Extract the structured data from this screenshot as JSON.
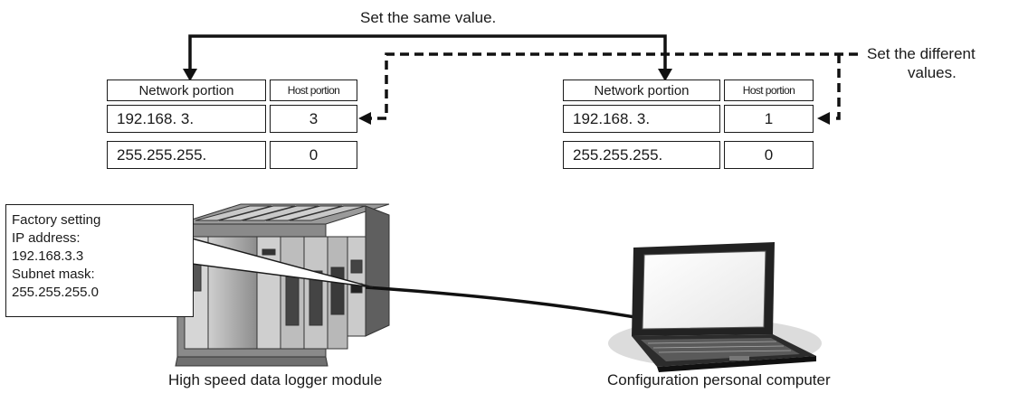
{
  "annotations": {
    "same_value": "Set the same value.",
    "different_values_line1": "Set the different",
    "different_values_line2": "values."
  },
  "left_table": {
    "network_header": "Network portion",
    "host_header": "Host portion",
    "ip_network": "192.168.   3.",
    "ip_host": "3",
    "mask_network": "255.255.255.",
    "mask_host": "0"
  },
  "right_table": {
    "network_header": "Network portion",
    "host_header": "Host portion",
    "ip_network": "192.168.   3.",
    "ip_host": "1",
    "mask_network": "255.255.255.",
    "mask_host": "0"
  },
  "factory_callout": {
    "line1": "Factory setting",
    "line2": "IP address:",
    "line3": "192.168.3.3",
    "line4": "Subnet mask:",
    "line5": "255.255.255.0"
  },
  "devices": {
    "left_label": "High speed data logger module",
    "right_label": "Configuration personal computer"
  }
}
